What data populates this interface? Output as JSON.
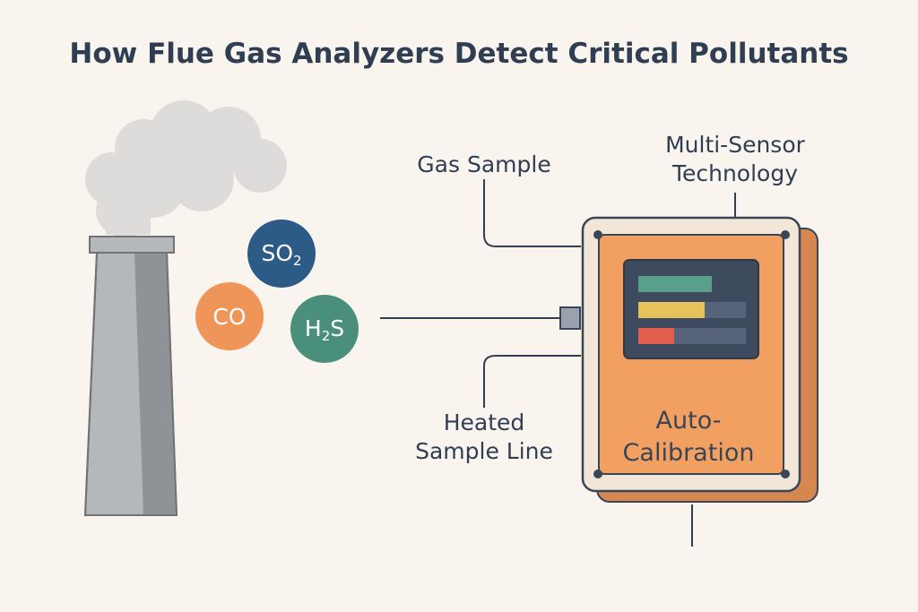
{
  "title": "How Flue Gas Analyzers Detect Critical Pollutants",
  "labels": {
    "gas_sample": "Gas Sample",
    "multi_sensor_line1": "Multi-Sensor",
    "multi_sensor_line2": "Technology",
    "heated_line1": "Heated",
    "heated_line2": "Sample Line",
    "auto_line1": "Auto-",
    "auto_line2": "Calibration"
  },
  "gases": [
    {
      "base": "SO",
      "sub": "2",
      "color": "#2b5b86"
    },
    {
      "base": "CO",
      "sub": "",
      "color": "#f0955a"
    },
    {
      "base": "H",
      "sub": "2",
      "tail": "S",
      "color": "#4a8f7c"
    }
  ],
  "display_bars": [
    {
      "level": 0.55,
      "color": "#5a9e8c"
    },
    {
      "level": 0.5,
      "color": "#e6c25a"
    },
    {
      "level": 0.27,
      "color": "#e35e4e"
    }
  ],
  "colors": {
    "background": "#faf4ee",
    "text": "#2f3e52",
    "analyzer_body": "#f2a062",
    "analyzer_frame": "#f2e6d8",
    "analyzer_shadow": "#d68750",
    "screen": "#3e4b5e",
    "stack_light": "#b5b8bb",
    "stack_dark": "#8f9398",
    "smoke": "#dddcda"
  },
  "icons": [
    "smokestack-icon",
    "smoke-cloud-icon",
    "analyzer-device-icon",
    "screw-icon"
  ]
}
